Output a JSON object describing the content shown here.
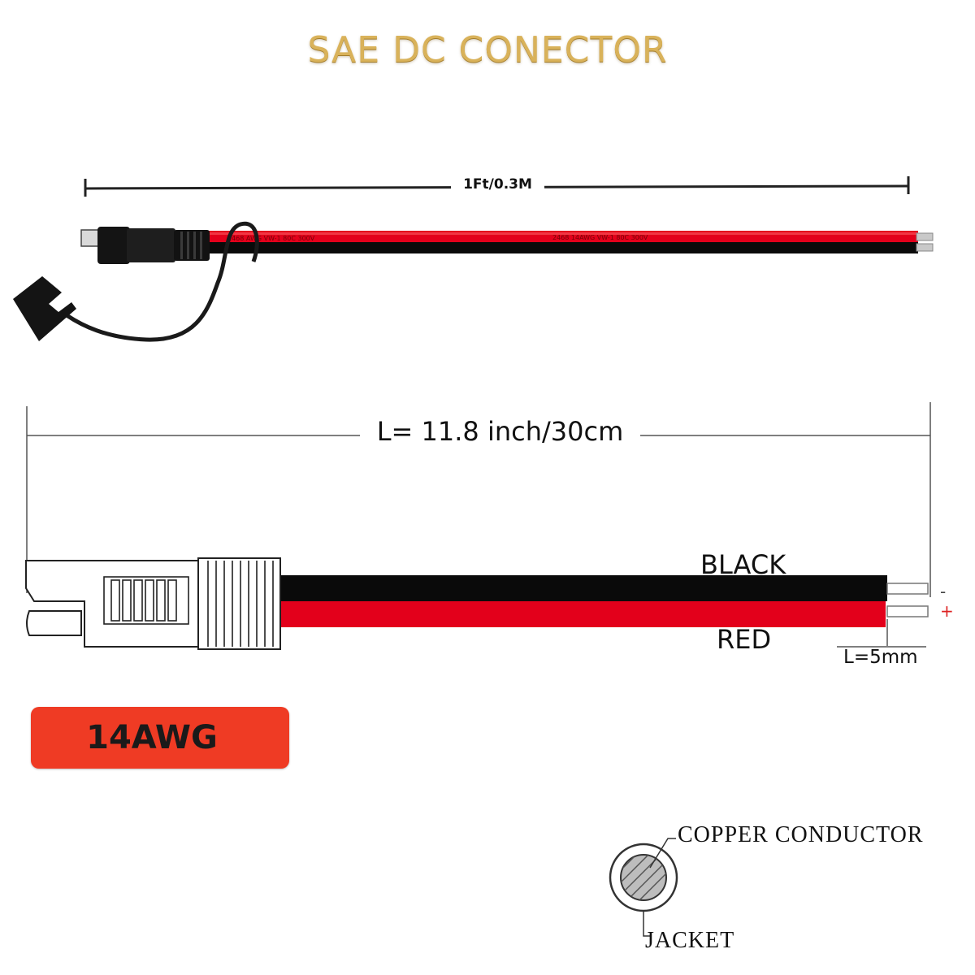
{
  "title": "SAE DC CONECTOR",
  "photo_dimension": "1Ft/0.3M",
  "diagram": {
    "length_label": "L=  11.8 inch/30cm",
    "black_wire_label": "BLACK",
    "red_wire_label": "RED",
    "negative_symbol": "-",
    "positive_symbol": "+",
    "strip_length_label": "L=5mm"
  },
  "gauge_badge": "14AWG",
  "cross_section": {
    "conductor_label": "COPPER CONDUCTOR",
    "jacket_label": "JACKET"
  },
  "colors": {
    "title_gold": "#d9b25a",
    "wire_red": "#e3001b",
    "wire_black": "#0a0a0a",
    "badge_red": "#ef3b24"
  }
}
